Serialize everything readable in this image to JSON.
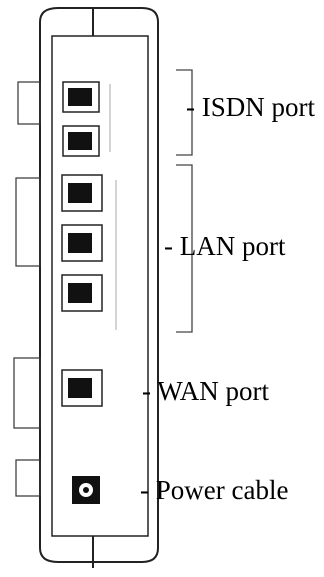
{
  "callouts": {
    "isdn": "- ISDN port",
    "lan": "- LAN port",
    "wan": "- WAN port",
    "power": "- Power cable"
  },
  "ports": {
    "isdn_count": 2,
    "lan_count": 3,
    "wan_count": 1,
    "power_count": 1
  },
  "colors": {
    "outline": "#222222",
    "jack_fill": "#111111",
    "background": "#ffffff"
  }
}
